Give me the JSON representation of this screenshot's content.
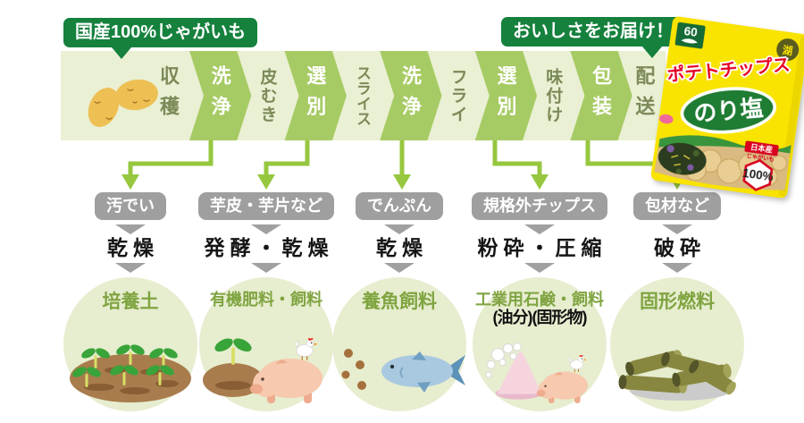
{
  "top_labels": {
    "left": "国産100%じゃがいも",
    "right": "おいしさをお届け！"
  },
  "process_flow": [
    {
      "label": "収穫",
      "variant": "light"
    },
    {
      "label": "洗浄",
      "variant": "green"
    },
    {
      "label": "皮むき",
      "variant": "light"
    },
    {
      "label": "選別",
      "variant": "green"
    },
    {
      "label": "スライス",
      "variant": "light"
    },
    {
      "label": "洗浄",
      "variant": "green"
    },
    {
      "label": "フライ",
      "variant": "light"
    },
    {
      "label": "選別",
      "variant": "green"
    },
    {
      "label": "味付け",
      "variant": "light"
    },
    {
      "label": "包装",
      "variant": "green"
    },
    {
      "label": "配送",
      "variant": "light"
    }
  ],
  "recycling_columns": [
    {
      "waste": "汚でい",
      "treatment": "乾燥",
      "product": "培養土",
      "extra": "",
      "illustration": "seedling-field"
    },
    {
      "waste": "芋皮・芋片など",
      "treatment": "発酵・乾燥",
      "product": "有機肥料・飼料",
      "extra": "",
      "illustration": "soil-pig-chicken"
    },
    {
      "waste": "でんぷん",
      "treatment": "乾燥",
      "product": "養魚飼料",
      "extra": "",
      "illustration": "fish-feed"
    },
    {
      "waste": "規格外チップス",
      "treatment": "粉砕・圧縮",
      "product": "工業用石鹸・飼料",
      "extra": "(油分)(固形物)",
      "illustration": "soap-pig-chicken"
    },
    {
      "waste": "包材など",
      "treatment": "破砕",
      "product": "固形燃料",
      "extra": "",
      "illustration": "fuel-logs"
    }
  ],
  "package": {
    "anniversary_badge": "60",
    "brand_mark": "湖",
    "product_name": "ポテトチップス",
    "flavor": "のり塩",
    "origin_label": "日本産",
    "origin_sub": "じゃがいも",
    "percent": "100%"
  },
  "colors": {
    "band_light": "#eaf0d4",
    "band_green": "#a7cb64",
    "callout_green": "#15813d",
    "arrow_green": "#96c73f",
    "box_gray": "#9f9f9f",
    "circle_bg": "#e7edcf",
    "product_green": "#7fa440",
    "bag_yellow": "#f9e300",
    "bag_red": "#e50024",
    "flavor_green": "#1e7c33"
  }
}
